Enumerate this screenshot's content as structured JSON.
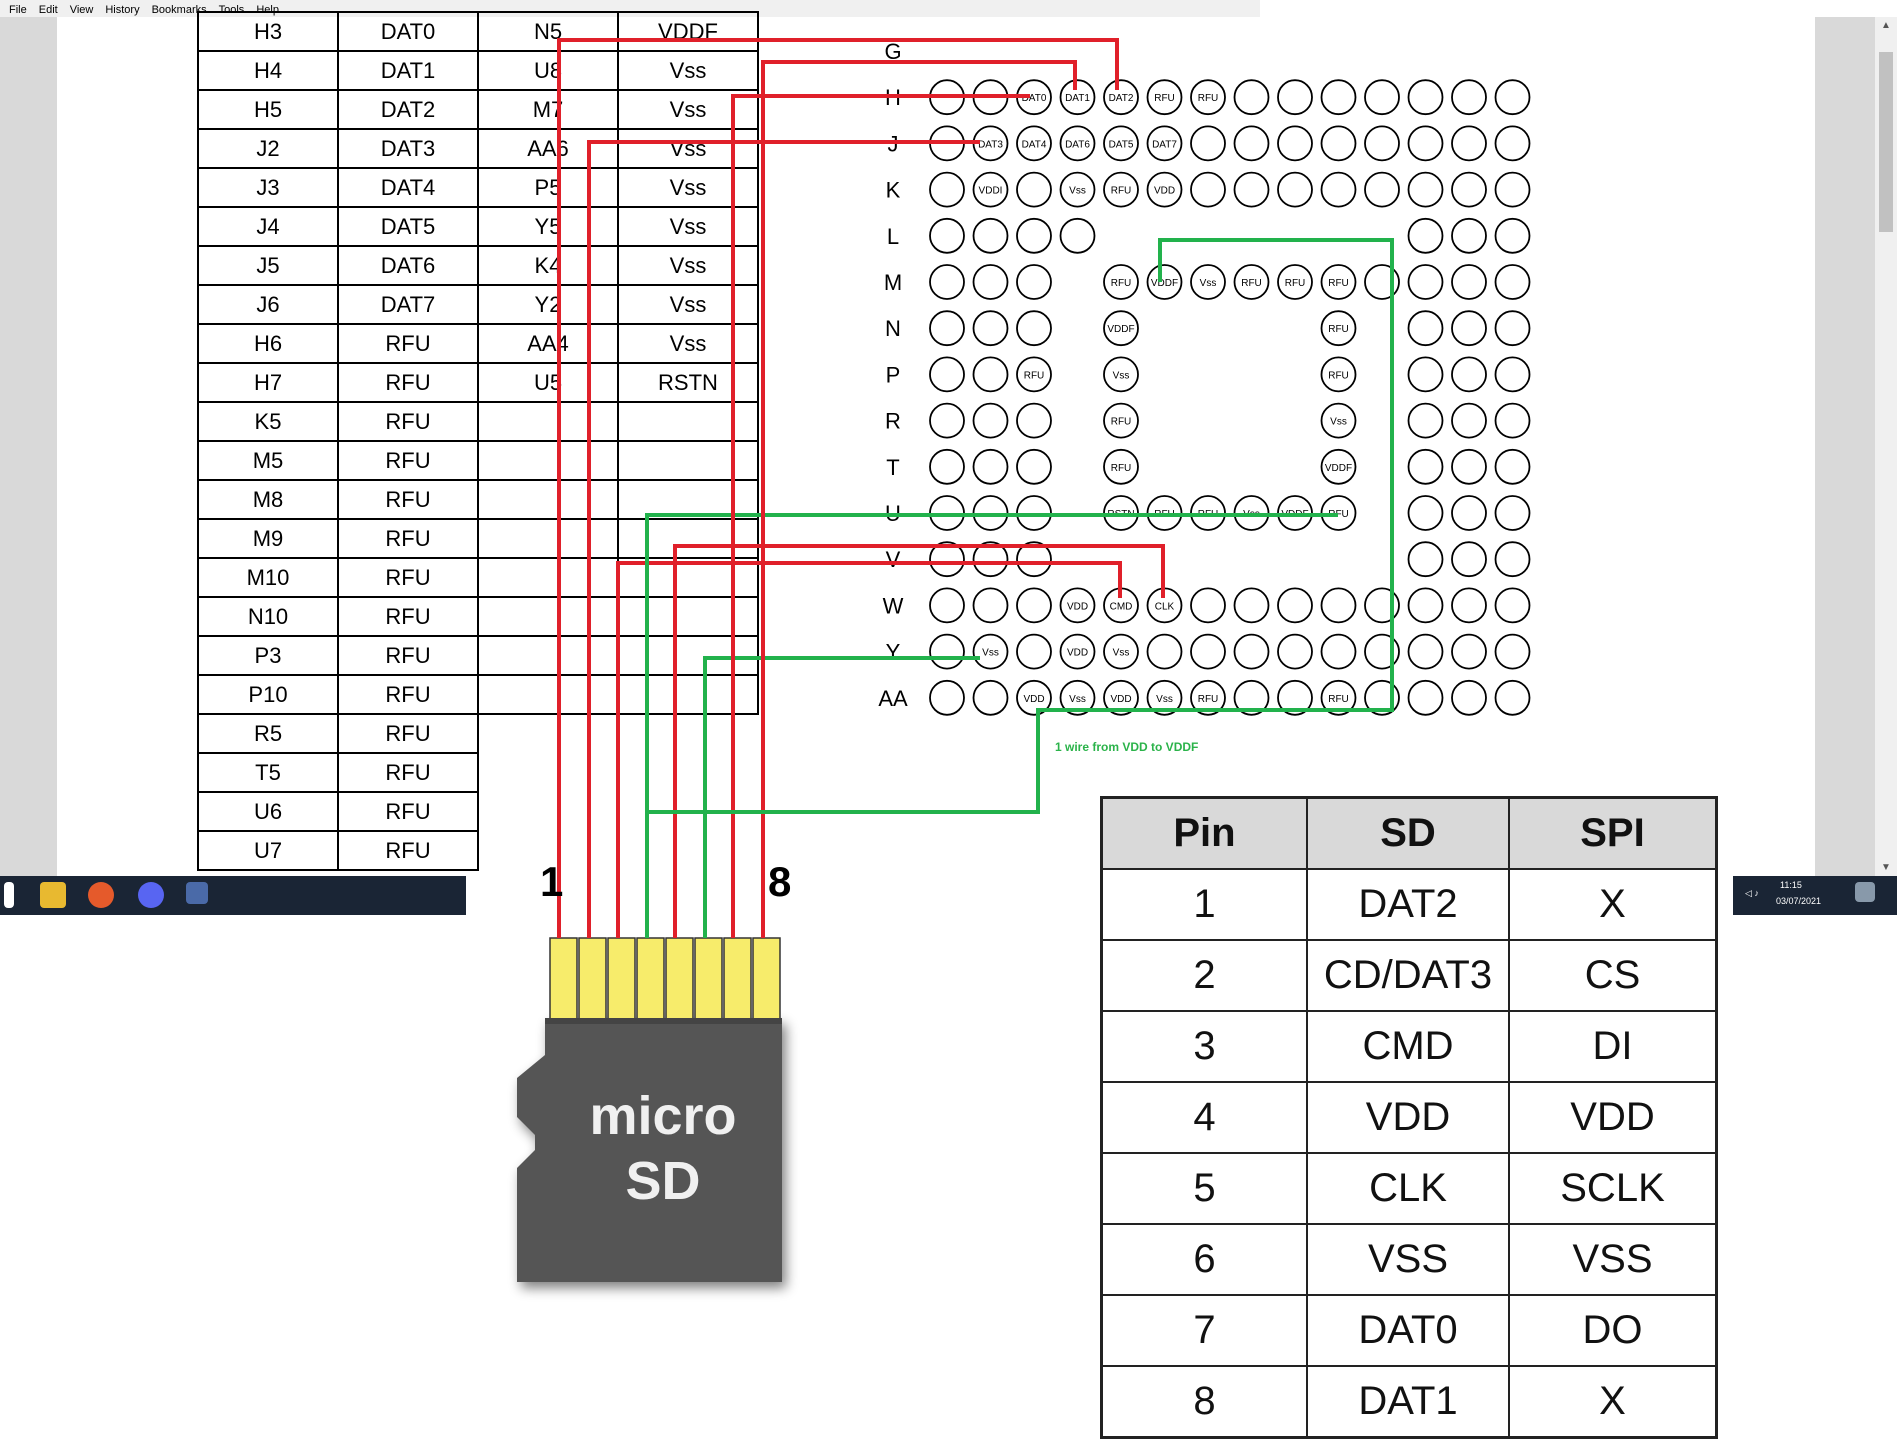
{
  "menubar": [
    "File",
    "Edit",
    "View",
    "History",
    "Bookmarks",
    "Tools",
    "Help"
  ],
  "pin_table": {
    "rows": [
      [
        "H3",
        "DAT0",
        "N5",
        "VDDF"
      ],
      [
        "H4",
        "DAT1",
        "U8",
        "Vss"
      ],
      [
        "H5",
        "DAT2",
        "M7",
        "Vss"
      ],
      [
        "J2",
        "DAT3",
        "AA6",
        "Vss"
      ],
      [
        "J3",
        "DAT4",
        "P5",
        "Vss"
      ],
      [
        "J4",
        "DAT5",
        "Y5",
        "Vss"
      ],
      [
        "J5",
        "DAT6",
        "K4",
        "Vss"
      ],
      [
        "J6",
        "DAT7",
        "Y2",
        "Vss"
      ],
      [
        "H6",
        "RFU",
        "AA4",
        "Vss"
      ],
      [
        "H7",
        "RFU",
        "U5",
        "RSTN"
      ],
      [
        "K5",
        "RFU",
        "",
        ""
      ],
      [
        "M5",
        "RFU",
        "",
        ""
      ],
      [
        "M8",
        "RFU",
        "",
        ""
      ],
      [
        "M9",
        "RFU",
        "",
        ""
      ],
      [
        "M10",
        "RFU",
        "",
        ""
      ],
      [
        "N10",
        "RFU",
        "",
        ""
      ],
      [
        "P3",
        "RFU",
        "",
        ""
      ],
      [
        "P10",
        "RFU",
        "",
        ""
      ],
      [
        "R5",
        "RFU",
        "",
        ""
      ],
      [
        "T5",
        "RFU",
        "",
        ""
      ],
      [
        "U6",
        "RFU",
        "",
        ""
      ],
      [
        "U7",
        "RFU",
        "",
        ""
      ]
    ]
  },
  "bga": {
    "row_labels": [
      "G",
      "H",
      "J",
      "K",
      "L",
      "M",
      "N",
      "P",
      "R",
      "T",
      "U",
      "V",
      "W",
      "Y",
      "AA"
    ],
    "cells": [
      {
        "r": 1,
        "c": 2,
        "t": "DAT0"
      },
      {
        "r": 1,
        "c": 3,
        "t": "DAT1"
      },
      {
        "r": 1,
        "c": 4,
        "t": "DAT2"
      },
      {
        "r": 1,
        "c": 5,
        "t": "RFU"
      },
      {
        "r": 1,
        "c": 6,
        "t": "RFU"
      },
      {
        "r": 2,
        "c": 1,
        "t": "DAT3"
      },
      {
        "r": 2,
        "c": 2,
        "t": "DAT4"
      },
      {
        "r": 2,
        "c": 3,
        "t": "DAT6"
      },
      {
        "r": 2,
        "c": 4,
        "t": "DAT5"
      },
      {
        "r": 2,
        "c": 5,
        "t": "DAT7"
      },
      {
        "r": 3,
        "c": 1,
        "t": "VDDI"
      },
      {
        "r": 3,
        "c": 3,
        "t": "Vss"
      },
      {
        "r": 3,
        "c": 4,
        "t": "RFU"
      },
      {
        "r": 3,
        "c": 5,
        "t": "VDD"
      },
      {
        "r": 5,
        "c": 4,
        "t": "RFU"
      },
      {
        "r": 5,
        "c": 5,
        "t": "VDDF"
      },
      {
        "r": 5,
        "c": 6,
        "t": "Vss"
      },
      {
        "r": 5,
        "c": 7,
        "t": "RFU"
      },
      {
        "r": 5,
        "c": 8,
        "t": "RFU"
      },
      {
        "r": 5,
        "c": 9,
        "t": "RFU"
      },
      {
        "r": 6,
        "c": 4,
        "t": "VDDF"
      },
      {
        "r": 6,
        "c": 9,
        "t": "RFU"
      },
      {
        "r": 7,
        "c": 2,
        "t": "RFU"
      },
      {
        "r": 7,
        "c": 4,
        "t": "Vss"
      },
      {
        "r": 7,
        "c": 9,
        "t": "RFU"
      },
      {
        "r": 8,
        "c": 4,
        "t": "RFU"
      },
      {
        "r": 8,
        "c": 9,
        "t": "Vss"
      },
      {
        "r": 9,
        "c": 4,
        "t": "RFU"
      },
      {
        "r": 9,
        "c": 9,
        "t": "VDDF"
      },
      {
        "r": 10,
        "c": 4,
        "t": "RSTN"
      },
      {
        "r": 10,
        "c": 5,
        "t": "RFU"
      },
      {
        "r": 10,
        "c": 6,
        "t": "RFU"
      },
      {
        "r": 10,
        "c": 7,
        "t": "Vss"
      },
      {
        "r": 10,
        "c": 8,
        "t": "VDDF"
      },
      {
        "r": 10,
        "c": 9,
        "t": "RFU"
      },
      {
        "r": 12,
        "c": 3,
        "t": "VDD"
      },
      {
        "r": 12,
        "c": 4,
        "t": "CMD"
      },
      {
        "r": 12,
        "c": 5,
        "t": "CLK"
      },
      {
        "r": 13,
        "c": 1,
        "t": "Vss"
      },
      {
        "r": 13,
        "c": 3,
        "t": "VDD"
      },
      {
        "r": 13,
        "c": 4,
        "t": "Vss"
      },
      {
        "r": 14,
        "c": 2,
        "t": "VDD"
      },
      {
        "r": 14,
        "c": 3,
        "t": "Vss"
      },
      {
        "r": 14,
        "c": 4,
        "t": "VDD"
      },
      {
        "r": 14,
        "c": 5,
        "t": "Vss"
      },
      {
        "r": 14,
        "c": 6,
        "t": "RFU"
      },
      {
        "r": 14,
        "c": 9,
        "t": "RFU"
      }
    ]
  },
  "annotation": "1 wire from VDD to VDDF",
  "sd_card": {
    "line1": "micro",
    "line2": "SD",
    "pin_first": "1",
    "pin_last": "8"
  },
  "sd_table": {
    "headers": [
      "Pin",
      "SD",
      "SPI"
    ],
    "rows": [
      [
        "1",
        "DAT2",
        "X"
      ],
      [
        "2",
        "CD/DAT3",
        "CS"
      ],
      [
        "3",
        "CMD",
        "DI"
      ],
      [
        "4",
        "VDD",
        "VDD"
      ],
      [
        "5",
        "CLK",
        "SCLK"
      ],
      [
        "6",
        "VSS",
        "VSS"
      ],
      [
        "7",
        "DAT0",
        "DO"
      ],
      [
        "8",
        "DAT1",
        "X"
      ]
    ]
  },
  "tray": {
    "time": "11:15",
    "date": "03/07/2021"
  },
  "colors": {
    "red_wire": "#e0202a",
    "green_wire": "#22b24c",
    "card_body": "#555555",
    "card_pins": "#f7ec6b",
    "taskbar": "#1a2535"
  }
}
